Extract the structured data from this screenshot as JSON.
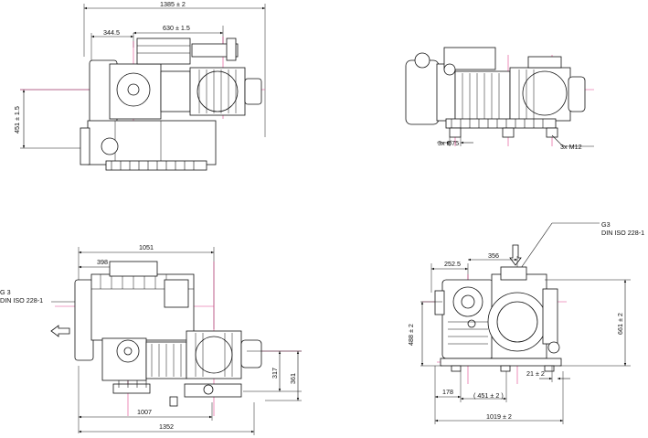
{
  "views": {
    "top_left": {
      "dim_overall": "1385 ± 2",
      "dim_a": "344.5",
      "dim_b": "630 ± 1.5",
      "dim_height": "451 ± 1.5"
    },
    "top_right": {
      "dim_a": "3x Ø75",
      "dim_b": "3x M12"
    },
    "bottom_left": {
      "dim_a": "1051",
      "dim_b": "398",
      "dim_c": "1007",
      "dim_d": "1352",
      "dim_e": "317",
      "dim_f": "361",
      "port_label_1": "G 3",
      "port_label_2": "DIN ISO 228-1"
    },
    "bottom_right": {
      "dim_a": "252.5",
      "dim_b": "356",
      "dim_c": "488 ± 2",
      "dim_d": "661 ± 2",
      "dim_e": "21 ± 2",
      "dim_f": "178",
      "dim_g": "( 451 ± 2 )",
      "dim_h": "1019 ± 2",
      "port_label_1": "G3",
      "port_label_2": "DIN ISO 228-1"
    }
  }
}
